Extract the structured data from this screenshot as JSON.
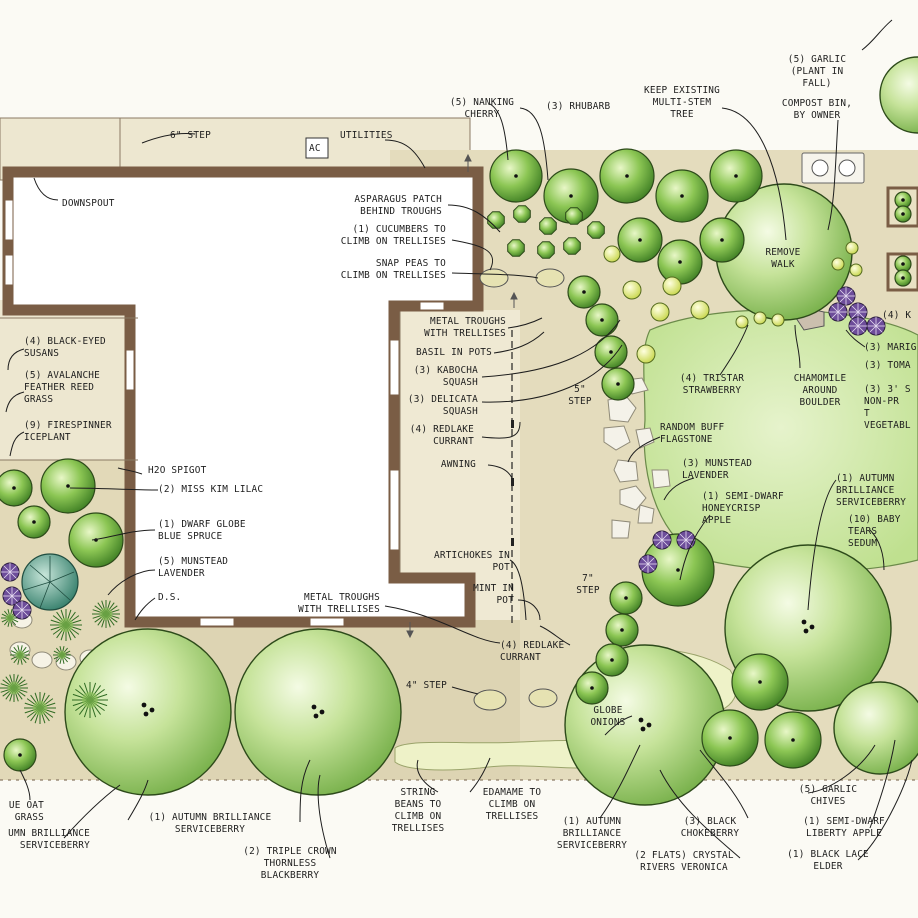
{
  "colors": {
    "paving": "#ece5cc",
    "building_wall": "#7a5d45",
    "lawn": "#cfe6a6",
    "tree_light": "#b9dc82",
    "tree_dark": "#4c8a2c",
    "flagstone": "#f2f0e6",
    "bed_soil": "#ded6b9",
    "leader": "#1d1d1d"
  },
  "symbols": {
    "ac": "AC"
  },
  "labels": {
    "step_6": "6\" STEP",
    "utilities": "UTILITIES",
    "downspout": "DOWNSPOUT",
    "asparagus": "ASPARAGUS PATCH\nBEHIND TROUGHS",
    "cucumbers": "(1) CUCUMBERS TO\nCLIMB ON TRELLISES",
    "snap_peas": "SNAP PEAS TO\nCLIMB ON TRELLISES",
    "troughs_top": "METAL TROUGHS\nWITH TRELLISES",
    "basil": "BASIL IN POTS",
    "kabocha": "(3) KABOCHA\nSQUASH",
    "step_5": "5\"\nSTEP",
    "delicata": "(3) DELICATA\nSQUASH",
    "redlake_top": "(4) REDLAKE\nCURRANT",
    "awning": "AWNING",
    "artichokes": "ARTICHOKES IN\nPOT",
    "mint": "MINT IN\nPOT",
    "step_7": "7\"\nSTEP",
    "troughs_bottom": "METAL TROUGHS\nWITH TRELLISES",
    "redlake_bottom": "(4) REDLAKE\nCURRANT",
    "step_4": "4\" STEP",
    "black_eyed": "(4) BLACK-EYED\nSUSANS",
    "avalanche": "(5) AVALANCHE\nFEATHER REED\nGRASS",
    "firespinner": "(9) FIRESPINNER\nICEPLANT",
    "h2o": "H2O SPIGOT",
    "lilac": "(2) MISS KIM LILAC",
    "dwarf_spruce": "(1) DWARF GLOBE\nBLUE SPRUCE",
    "munstead_left": "(5) MUNSTEAD\nLAVENDER",
    "ds": "D.S.",
    "nanking": "(5) NANKING\nCHERRY",
    "rhubarb": "(3) RHUBARB",
    "keep_existing": "KEEP EXISTING\nMULTI-STEM\nTREE",
    "garlic_fall": "(5) GARLIC\n(PLANT IN\nFALL)",
    "compost": "COMPOST BIN,\nBY OWNER",
    "remove_walk": "REMOVE\nWALK",
    "tristar": "(4) TRISTAR\nSTRAWBERRY",
    "chamomile": "CHAMOMILE\nAROUND\nBOULDER",
    "marigold": "(3) MARIG",
    "tomato": "(3) TOMA",
    "non_pr": "(3) 3' s\nNON-PR\nT\nVEGETABL",
    "k_cut": "(4) K",
    "flagstone": "RANDOM BUFF\nFLAGSTONE",
    "munstead_right": "(3) MUNSTEAD\nLAVENDER",
    "honeycrisp": "(1) SEMI-DWARF\nHONEYCRISP\nAPPLE",
    "autumn_right": "(1) AUTUMN\nBRILLIANCE\nSERVICEBERRY",
    "baby_tears": "(10) BABY\nTEARS\nSEDUM",
    "globe_onions": "GLOBE\nONIONS",
    "blue_oat": "UE OAT\nGRASS",
    "autumn_far_left": "UMN BRILLIANCE\nSERVICEBERRY",
    "autumn_mid": "(1) AUTUMN BRILLIANCE\nSERVICEBERRY",
    "blackberry": "(2) TRIPLE CROWN\nTHORNLESS\nBLACKBERRY",
    "string_beans": "STRING\nBEANS TO\nCLIMB ON\nTRELLISES",
    "edamame": "EDAMAME TO\nCLIMB ON\nTRELLISES",
    "autumn_bottom": "(1) AUTUMN\nBRILLIANCE\nSERVICEBERRY",
    "chokeberry": "(3) BLACK\nCHOKEBERRY",
    "veronica": "(2 FLATS) CRYSTAL\nRIVERS VERONICA",
    "garlic_chives": "(5) GARLIC\nCHIVES",
    "liberty": "(1) SEMI-DWARF\nLIBERTY APPLE",
    "black_lace": "(1) BLACK LACE\nELDER"
  }
}
